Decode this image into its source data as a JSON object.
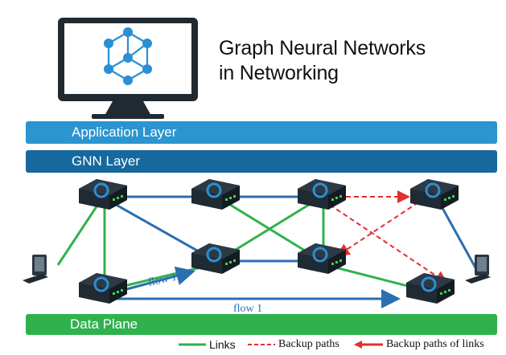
{
  "title": {
    "line1": "Graph Neural Networks",
    "line2": "in Networking"
  },
  "layers": {
    "application": "Application Layer",
    "gnn": "GNN Layer",
    "data_plane": "Data Plane"
  },
  "flows": {
    "flow_upper": "flow 1",
    "flow_lower": "flow 1"
  },
  "legend": {
    "links": "Links",
    "backup_paths": "Backup paths",
    "backup_paths_of_links": "Backup paths of links"
  },
  "colors": {
    "link_green": "#2fb24d",
    "link_blue": "#2a6fb0",
    "backup_red": "#e03030",
    "application_bar": "#2a95cf",
    "gnn_bar": "#17689f",
    "data_plane_bar": "#2fb24d",
    "node_accent": "#2a8fd6"
  },
  "icons": {
    "monitor": "monitor-with-graph-icon",
    "router": "router-icon",
    "computer": "desktop-computer-icon"
  }
}
